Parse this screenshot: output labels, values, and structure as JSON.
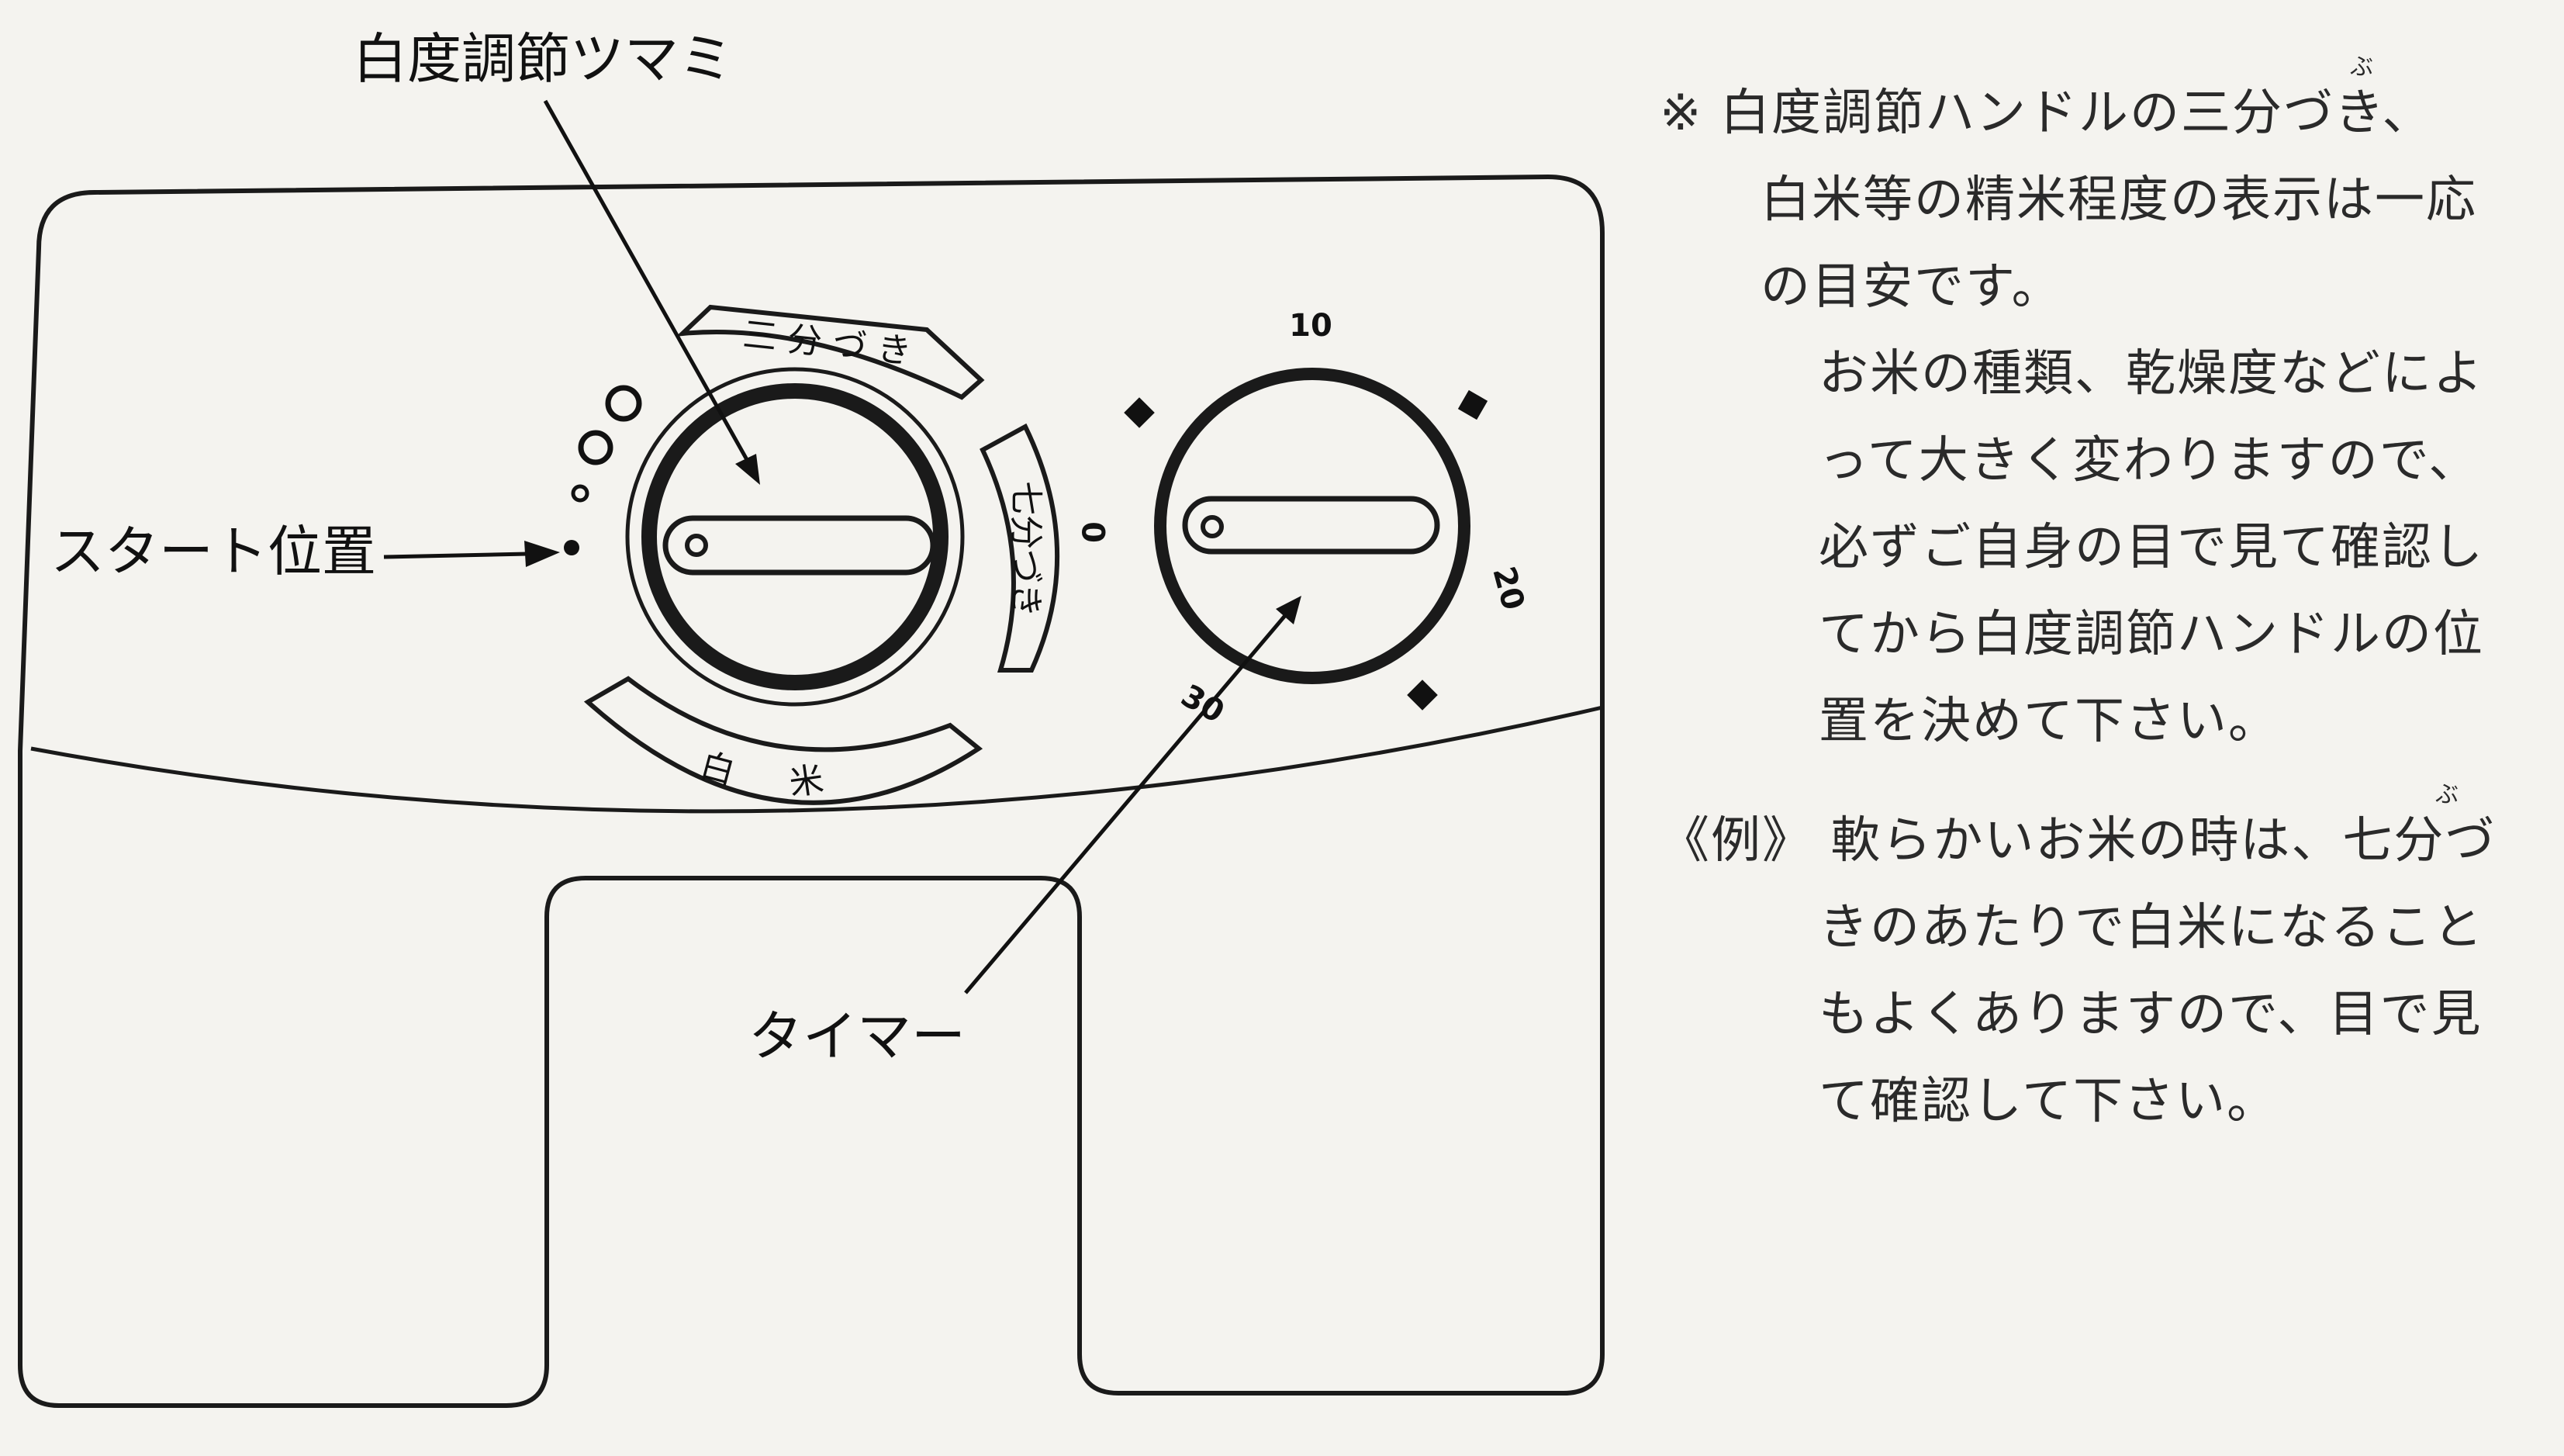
{
  "labels": {
    "whiteness_knob": "白度調節ツマミ",
    "start_position": "スタート位置",
    "timer": "タイマー"
  },
  "whiteness_dial": {
    "top_band": "三 分 づ き",
    "right_band": "七分づき",
    "bottom_band_left": "白",
    "bottom_band_right": "米"
  },
  "timer_dial": {
    "ticks": [
      "0",
      "10",
      "20",
      "30"
    ]
  },
  "notes": {
    "note1": {
      "lines": [
        "※ 白度調節ハンドルの三分づき、",
        "白米等の精米程度の表示は一応",
        "の目安です。",
        "お米の種類、乾燥度などによ",
        "って大きく変わりますので、",
        "必ずご自身の目で見て確認し",
        "てから白度調節ハンドルの位",
        "置を決めて下さい。"
      ],
      "ruby": "ぶ"
    },
    "note2": {
      "lines": [
        "《例》 軟らかいお米の時は、七分づ",
        "きのあたりで白米になること",
        "もよくありますので、目で見",
        "て確認して下さい。"
      ],
      "ruby": "ぶ"
    }
  }
}
